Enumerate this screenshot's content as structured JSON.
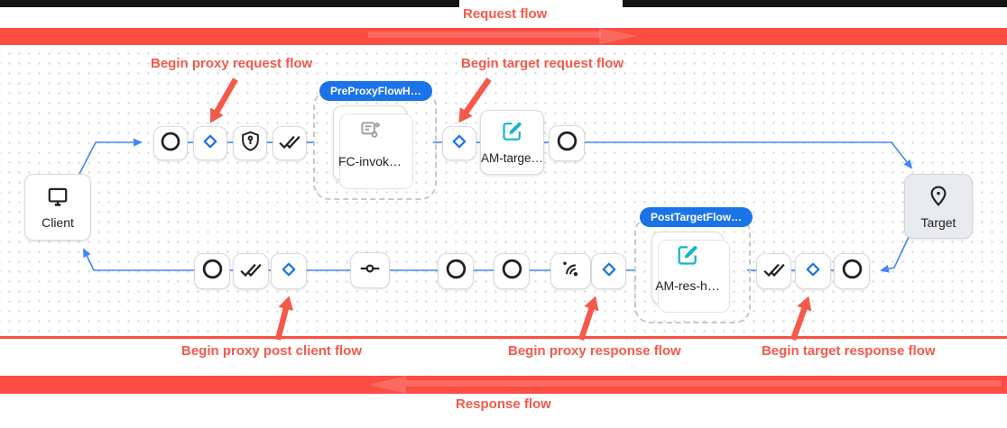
{
  "banners": {
    "request_flow": "Request flow",
    "response_flow": "Response flow"
  },
  "annotations": {
    "begin_proxy_request": "Begin proxy request flow",
    "begin_target_request": "Begin target request flow",
    "begin_proxy_post_client": "Begin proxy post client flow",
    "begin_proxy_response": "Begin proxy response flow",
    "begin_target_response": "Begin target response flow"
  },
  "endpoints": {
    "client_label": "Client",
    "target_label": "Target"
  },
  "flow_hooks": {
    "pre_proxy_badge": "PreProxyFlowH…",
    "post_target_badge": "PostTargetFlow…"
  },
  "policies": {
    "fc_invoke_label": "FC-invok…",
    "am_target_label": "AM-targe…",
    "am_response_label": "AM-res-h…"
  },
  "icons": {
    "client": "monitor-icon",
    "target": "location-pin-icon",
    "fc_invoke": "flow-callout-icon",
    "assign_message": "edit-square-icon",
    "request_flow_steps": [
      "circle-step-icon",
      "condition-diamond-icon",
      "verify-key-shield-icon",
      "done-all-icon"
    ],
    "target_request_steps": [
      "condition-diamond-icon",
      "edit-square-icon",
      "circle-step-icon"
    ],
    "response_steps_left": [
      "circle-step-icon",
      "done-all-icon",
      "condition-diamond-icon",
      "commit-icon"
    ],
    "response_steps_middle": [
      "circle-step-icon",
      "circle-step-icon",
      "sensors-icon",
      "condition-diamond-icon"
    ],
    "response_steps_right": [
      "done-all-icon",
      "condition-diamond-icon",
      "circle-step-icon"
    ]
  },
  "colors": {
    "banner_red": "#fb4d42",
    "annotation_red": "#f4594a",
    "line_blue": "#4285f4",
    "badge_blue": "#1a73e8",
    "edit_teal": "#12b5cb",
    "icon_black": "#202124",
    "top_bar_black": "#141414"
  }
}
